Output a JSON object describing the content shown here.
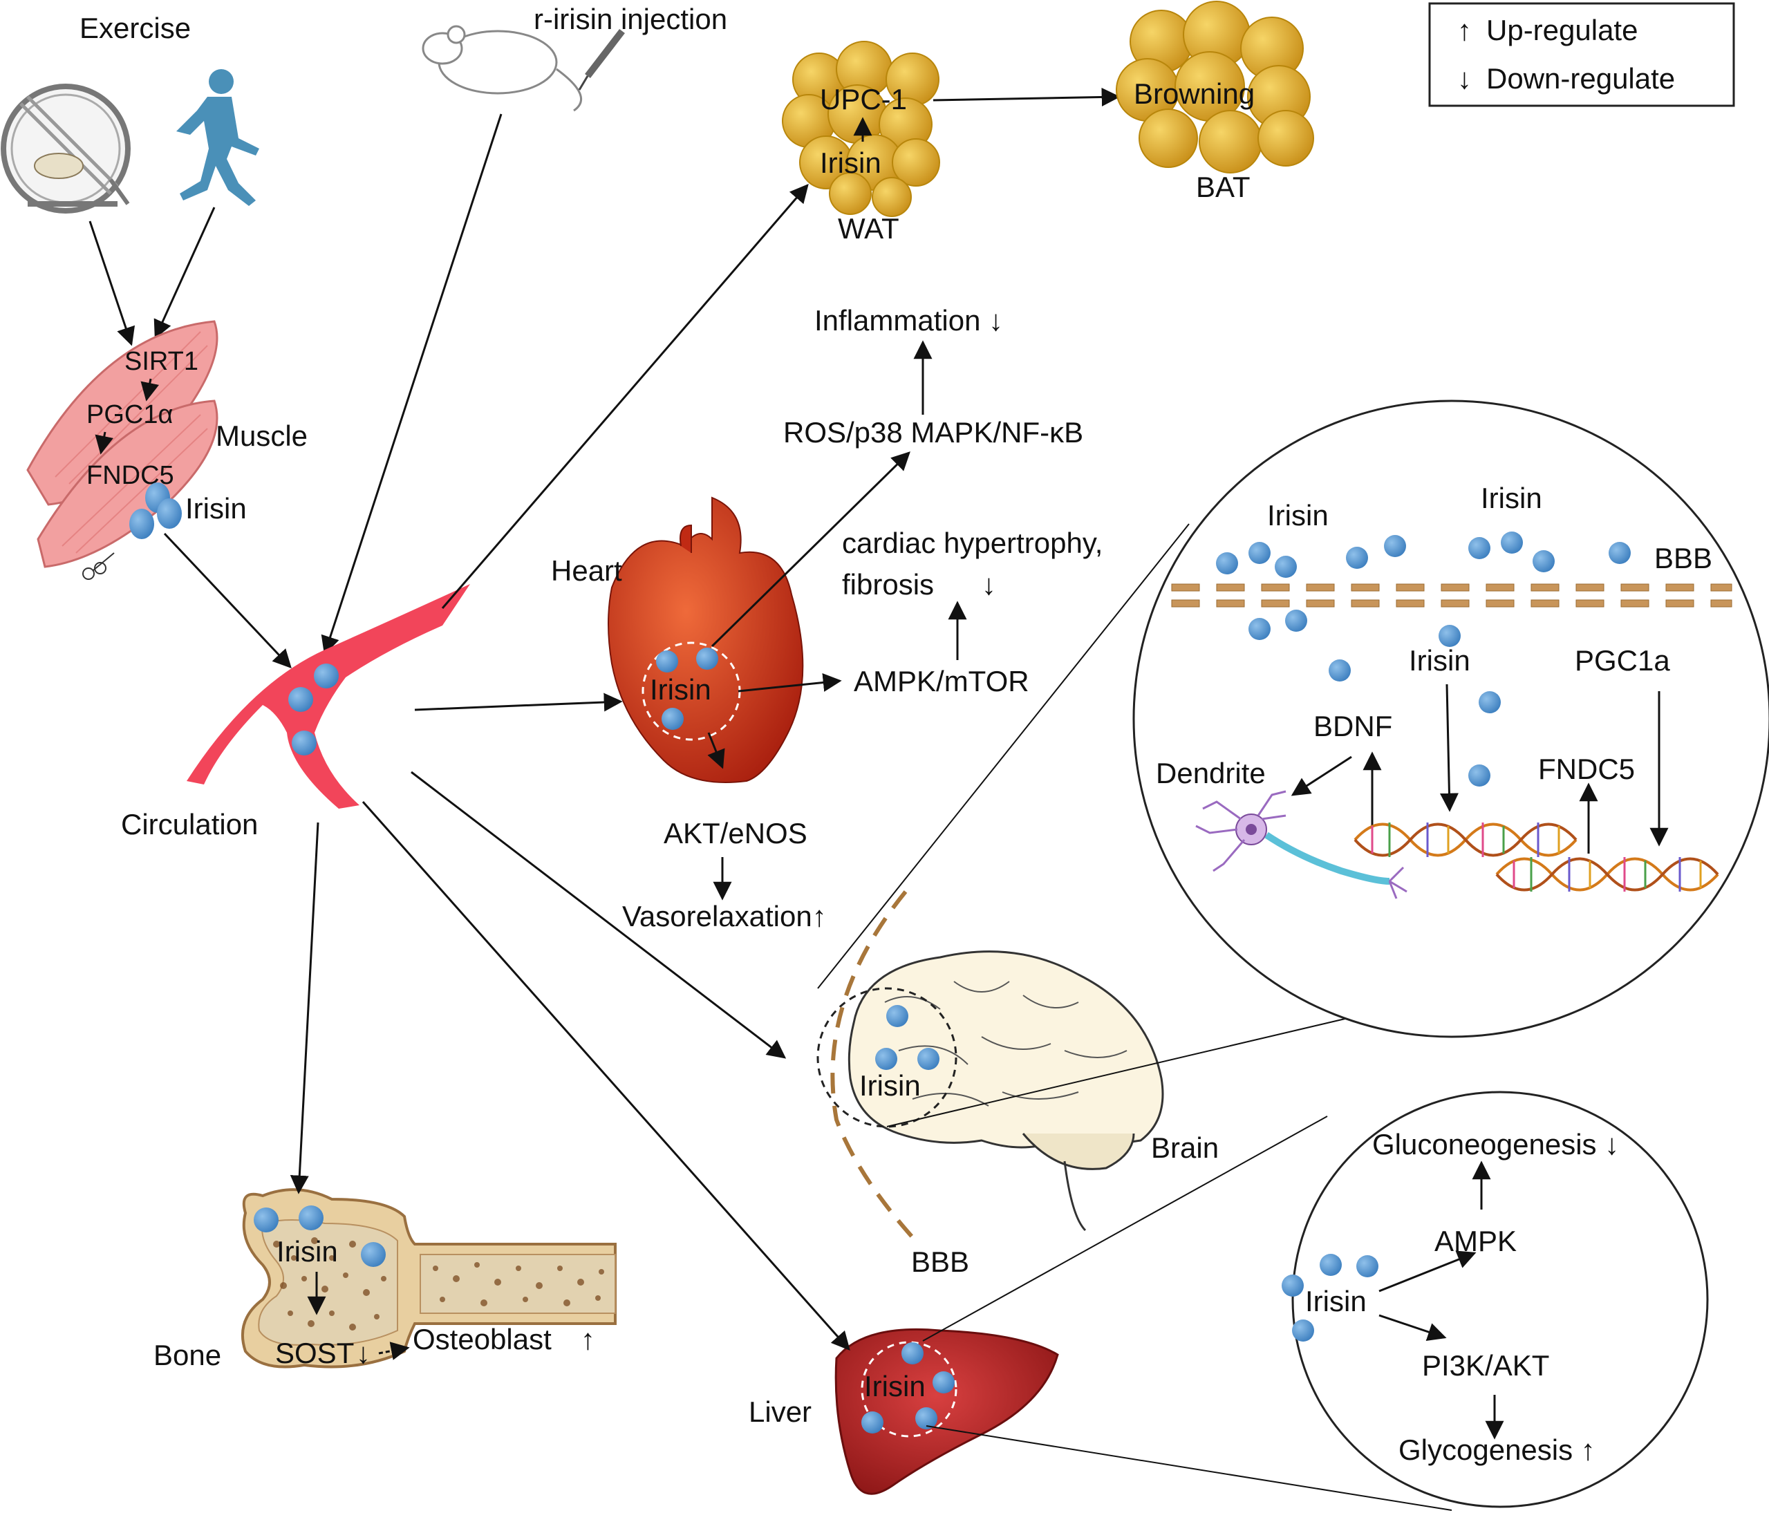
{
  "legend": {
    "up_arrow": "↑",
    "up_text": "Up-regulate",
    "down_arrow": "↓",
    "down_text": "Down-regulate"
  },
  "sources": {
    "exercise": "Exercise",
    "injection": "r-irisin injection"
  },
  "muscle": {
    "label": "Muscle",
    "pathway": [
      "SIRT1",
      "PGC1α",
      "FNDC5"
    ],
    "irisin": "Irisin"
  },
  "circulation": {
    "label": "Circulation"
  },
  "adipose": {
    "upc": "UPC-1",
    "irisin": "Irisin",
    "wat": "WAT",
    "browning": "Browning",
    "bat": "BAT"
  },
  "heart": {
    "label": "Heart",
    "irisin": "Irisin",
    "inflammation": "Inflammation ↓",
    "ros": "ROS/p38 MAPK/NF-κB",
    "hypertrophy_1": "cardiac hypertrophy,",
    "hypertrophy_2": "fibrosis",
    "hypertrophy_arrow": "↓",
    "ampk_mtor": "AMPK/mTOR",
    "akt_enos": "AKT/eNOS",
    "vasorelaxation": "Vasorelaxation↑"
  },
  "brain": {
    "label": "Brain",
    "irisin": "Irisin",
    "bbb": "BBB",
    "zoom": {
      "irisin_a": "Irisin",
      "irisin_b": "Irisin",
      "bbb": "BBB",
      "irisin_c": "Irisin",
      "pgc1a": "PGC1a",
      "bdnf": "BDNF",
      "dendrite": "Dendrite",
      "fndc5": "FNDC5"
    }
  },
  "bone": {
    "label": "Bone",
    "irisin": "Irisin",
    "sost": "SOST",
    "sost_arrow": "↓",
    "osteoblast": "Osteoblast",
    "osteoblast_arrow": "↑"
  },
  "liver": {
    "label": "Liver",
    "irisin": "Irisin",
    "zoom": {
      "gluconeogenesis": "Gluconeogenesis ↓",
      "ampk": "AMPK",
      "irisin": "Irisin",
      "pi3k": "PI3K/AKT",
      "glycogenesis": "Glycogenesis ↑"
    }
  },
  "colors": {
    "irisin_dot": "#5b9bd5",
    "fat": "#e8b52a",
    "vessel": "#f2455a",
    "heart": "#d8361a",
    "liver": "#b52424",
    "muscle": "#f2a0a0",
    "bbb": "#a8763a",
    "bone": "#d9b98a",
    "runner": "#4a90b8"
  }
}
